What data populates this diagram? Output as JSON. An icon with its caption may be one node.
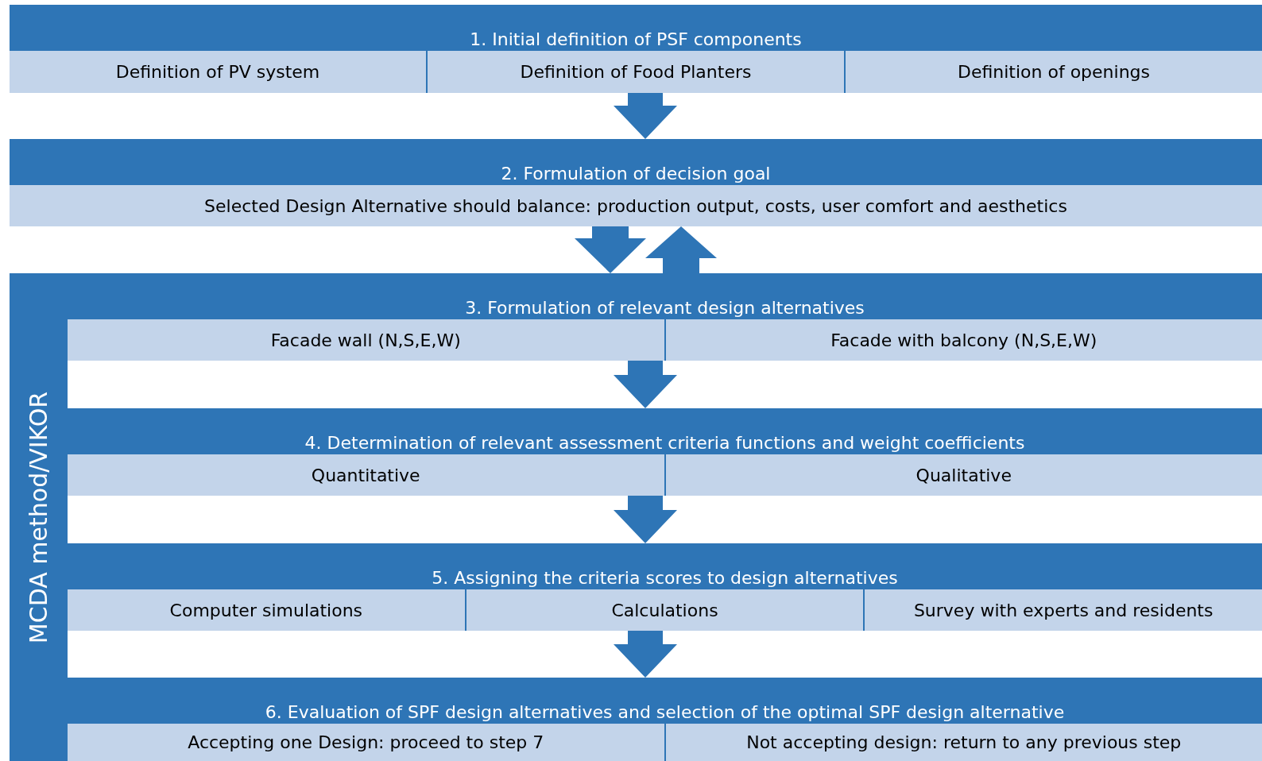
{
  "diagram": {
    "nodes": [
      {
        "text": [
          "1. Initial definition of PSF components"
        ]
      },
      {
        "text": [
          "Definition of PV system"
        ],
        "in": 0
      },
      {
        "text": [
          "Definition of Food Planters"
        ],
        "in": 0
      },
      {
        "text": [
          "Definition of openings"
        ],
        "in": 0
      },
      {
        "text": [
          "2. Formulation of decision goal"
        ]
      },
      {
        "text": [
          "Selected Design Alternative should balance: production output, costs, user comfort and aesthetics"
        ],
        "in": 4
      },
      {
        "text": [
          "MCDA method/VIKOR"
        ]
      },
      {
        "text": [
          "3. Formulation of relevant design alternatives"
        ],
        "in": 6
      },
      {
        "text": [
          "Facade wall (N,S,E,W)"
        ],
        "in": 7
      },
      {
        "text": [
          "Facade with balcony (N,S,E,W)"
        ],
        "in": 7
      },
      {
        "text": [
          "4. Determination of relevant assessment criteria functions and weight coefficients"
        ],
        "in": 6
      },
      {
        "text": [
          "Quantitative"
        ],
        "in": 10
      },
      {
        "text": [
          "Qualitative"
        ],
        "in": 10
      },
      {
        "text": [
          "5. Assigning the criteria scores to design alternatives"
        ],
        "in": 6
      },
      {
        "text": [
          "Computer simulations"
        ],
        "in": 13
      },
      {
        "text": [
          "Calculations"
        ],
        "in": 13
      },
      {
        "text": [
          "Survey with experts and residents"
        ],
        "in": 13
      },
      {
        "text": [
          "6. Evaluation of SPF design alternatives and selection of the optimal SPF design alternative"
        ],
        "in": 6
      },
      {
        "text": [
          "Accepting one Design: proceed to step 7"
        ],
        "in": 17
      },
      {
        "text": [
          "Not accepting design: return to any previous step"
        ],
        "in": 17
      }
    ],
    "edges": [
      {
        "from": 0,
        "to": 4,
        "arrow": "to"
      },
      {
        "from": 4,
        "to": 7,
        "arrow": "to"
      },
      {
        "from": 7,
        "to": 4,
        "arrow": "to"
      },
      {
        "from": 7,
        "to": 10,
        "arrow": "to"
      },
      {
        "from": 10,
        "to": 13,
        "arrow": "to"
      },
      {
        "from": 13,
        "to": 17,
        "arrow": "to"
      }
    ]
  }
}
